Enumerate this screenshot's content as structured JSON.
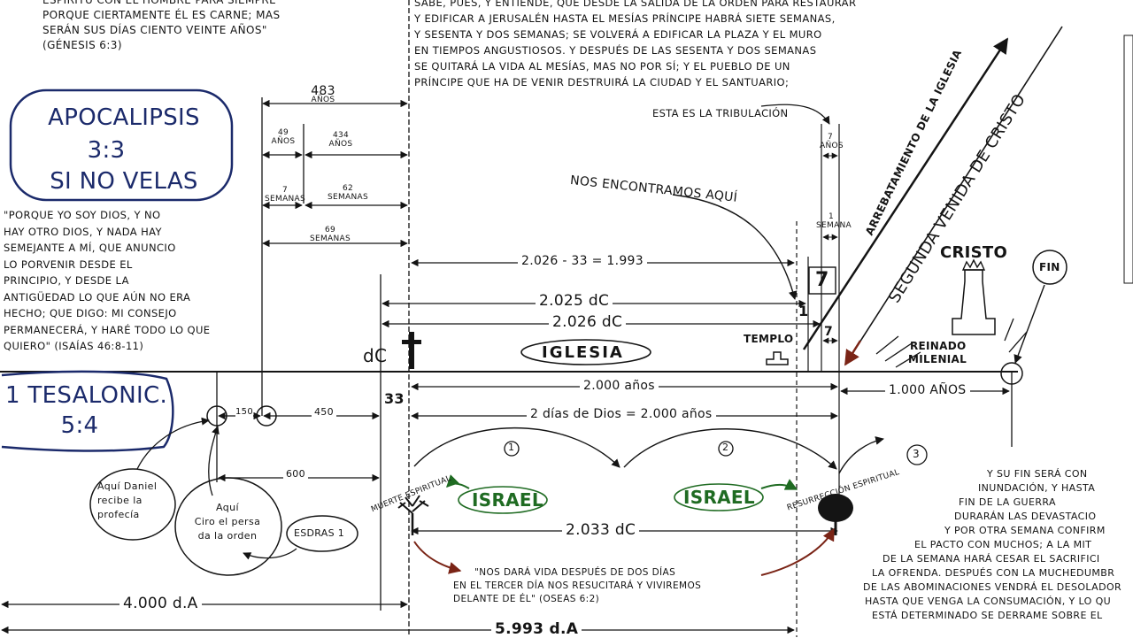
{
  "top_left_quote": [
    "espíritu con el hombre para siempre",
    "porque ciertamente él es carne; mas",
    "serán sus días ciento veinte años\"",
    "(Génesis 6:3)"
  ],
  "top_center_quote": [
    "sabe, pues, y entiende, que desde la salida de la orden para restaurar",
    "y edificar a Jerusalén hasta el Mesías Príncipe habrá siete semanas,",
    "y sesenta y dos semanas; se volverá a edificar la plaza y el muro",
    "en tiempos angustiosos. Y después de las sesenta y dos semanas",
    "se quitará la vida al Mesías, mas no por sí; y el pueblo de un",
    "príncipe que ha de venir destruirá la ciudad y el santuario;"
  ],
  "apocalipsis": {
    "line1": "APOCALIPSIS",
    "line2": "3:3",
    "line3": "SI NO VELAS"
  },
  "isaias_quote": [
    "\"Porque yo soy Dios, y no",
    "hay otro Dios, y nada hay",
    "semejante a mí, que anuncio",
    "lo porvenir desde el",
    "principio, y desde la",
    "antigüedad lo que aún no era",
    "hecho; que digo: mi consejo",
    "permanecerá, y haré todo lo que",
    "quiero\" (Isaías 46:8-11)"
  ],
  "tesalonic": {
    "line1": "1 TESALONIC.",
    "line2": "5:4"
  },
  "measures": {
    "y483": {
      "n": "483",
      "u": "AÑOS"
    },
    "y49": {
      "n": "49",
      "u": "AÑOS"
    },
    "y434": {
      "n": "434",
      "u": "AÑOS"
    },
    "s7": {
      "n": "7",
      "u": "SEMANAS"
    },
    "s62": {
      "n": "62",
      "u": "SEMANAS"
    },
    "s69": {
      "n": "69",
      "u": "SEMANAS"
    },
    "y7": {
      "n": "7",
      "u": "AÑOS"
    },
    "s1": {
      "n": "1",
      "u": "SEMANA"
    }
  },
  "tribulacion": "ESTA ES LA TRIBULACIÓN",
  "nos_encontramos": "NOS ENCONTRAMOS AQUÍ",
  "calc_1993": "2.026 - 33 = 1.993",
  "dc_2025": "2.025 dC",
  "dc_2026": "2.026 dC",
  "box_7": "7",
  "mark_1": "1",
  "mark_7": "7",
  "arrebatamiento": "ARREBATAMIENTO DE LA IGLESIA",
  "segunda_venida": "SEGUNDA VENIDA DE CRISTO",
  "cristo": "CRISTO",
  "fin": "FIN",
  "templo": "TEMPLO",
  "reinado": {
    "line1": "REINADO",
    "line2": "MILENIAL"
  },
  "iglesia": "IGLESIA",
  "dc_label": "dC",
  "year_33": "33",
  "seg_150": "150",
  "seg_450": "450",
  "seg_600": "600",
  "dur_2000": "2.000 años",
  "dur_1000": "1.000 AÑOS",
  "dias_dios": "2 días de Dios = 2.000 años",
  "circle_1": "1",
  "circle_2": "2",
  "circle_3": "3",
  "muerte_espiritual": "MUERTE ESPIRITUAL",
  "resurreccion_espiritual": "RESURRECCIÓN ESPIRITUAL",
  "israel_left": "ISRAEL",
  "israel_right": "ISRAEL",
  "dc_2033": "2.033 dC",
  "daniel": [
    "Aquí Daniel",
    "recibe la",
    "profecía"
  ],
  "ciro": [
    "Aquí",
    "Ciro el persa",
    "da la orden"
  ],
  "esdras": "ESDRAS 1",
  "oseas_quote": [
    "\"Nos dará vida después de dos días",
    "en el tercer día nos resucitará y viviremos",
    "delante de él\" (Oseas 6:2)"
  ],
  "da_4000": "4.000 d.A",
  "da_5993": "5.993 d.A",
  "right_quote": [
    "Y su fin será con",
    "inundación, y hasta",
    "fin de la guerra",
    "durarán las devastacio",
    "Y por otra semana confirm",
    "el pacto con muchos; a la mit",
    "de la semana hará cesar el sacrifici",
    "la ofrenda. Después con la muchedumbr",
    "de las abominaciones vendrá el desolador",
    "hasta que venga la consumación, y lo qu",
    "está determinado se derrame sobre el"
  ],
  "colors": {
    "ink": "#141414",
    "blue": "#1b2a6b",
    "green": "#1f6b22",
    "brown": "#7a2416"
  }
}
